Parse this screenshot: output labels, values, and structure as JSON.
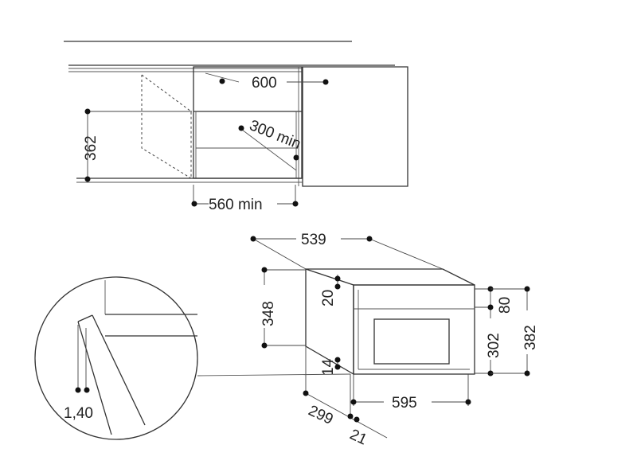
{
  "labels": {
    "top_width": "600",
    "top_depth": "300 min",
    "top_height": "362",
    "top_opening": "560 min",
    "oven_depth": "539",
    "oven_body_height": "348",
    "oven_top_gap": "20",
    "oven_bottom_gap": "14",
    "front_top": "80",
    "front_inner": "302",
    "front_height": "382",
    "front_width": "595",
    "side_depth": "299",
    "front_thickness": "21",
    "detail_gap": "1,40"
  },
  "colors": {
    "line": "#333333",
    "text": "#222222",
    "background": "#ffffff"
  }
}
